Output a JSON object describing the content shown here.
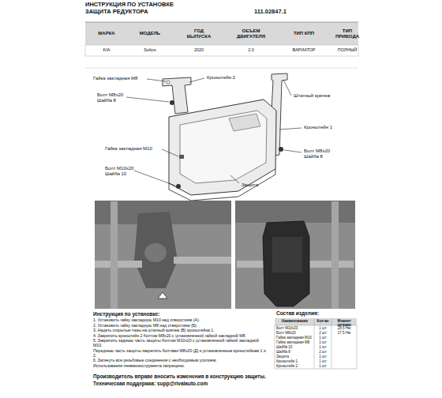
{
  "diagram": {
    "title": "ИНСТРУКЦИЯ ПО УСТАНОВКЕ",
    "labels": [
      "ЗАЩИТА РЕДУКТОРА",
      "111.02847.1",
      "МАРКА",
      "МОДЕЛЬ",
      "ГОД ВЫПУСКА",
      "ОБЪЕМ ДВИГАТЕЛЯ",
      "ТИП КПП",
      "ТИП ПРИВОДА",
      "KIA",
      "Seltos",
      "2020",
      "2.0",
      "ВАРИАТОР",
      "ПОЛНЫЙ",
      "Гайка закладная М8",
      "Кронштейн 2",
      "Штатный крепеж",
      "Болт М8х20 Шайба 8",
      "Кронштейн 1",
      "Болт М8х20 Шайба 8",
      "Гайка закладная М10",
      "Болт М10х20 Шайба 10",
      "Защита",
      "Инструкция по установке:",
      "1. Установить гайку закладную М10 над отверстием (А).",
      "2. Установить гайку закладную М8 над отверстием (Б).",
      "3. Надеть открытые пазы на штатный крепеж (В) кронштейна 1.",
      "4. Закрепить кронштейн 2 болтом М8х20 с установленной гайкой закладной М8.",
      "5. Закрепить заднюю часть защиты болтом М10х20 с установленной гайкой закладной М10.",
      "Переднюю часть защиты закрепить болтами М8х20 (Д) к установленным кронштейнам 1 и 2.",
      "6. Затянуть все резьбовые соединения с необходимым усилием.",
      "Использование пневмоинструмента запрещено.",
      "Состав изделия:",
      "Наименование",
      "Кол-во",
      "Момент затяжки",
      "Болт М10х20",
      "1 шт",
      "Болт М8х20",
      "2 шт",
      "Гайка закладная М10",
      "1 шт",
      "Гайка закладная М8",
      "1 шт",
      "Шайба 10",
      "1 шт",
      "Шайба 8",
      "2 шт",
      "Защита",
      "1 шт",
      "Кронштейн 1",
      "1 шт",
      "Кронштейн 2",
      "1 шт",
      "28,5 Нм",
      "17,5 Нм",
      "Производитель вправе вносить изменения в конструкцию защиты.",
      "Техническая поддержка: supp@rivalauto.com"
    ]
  }
}
